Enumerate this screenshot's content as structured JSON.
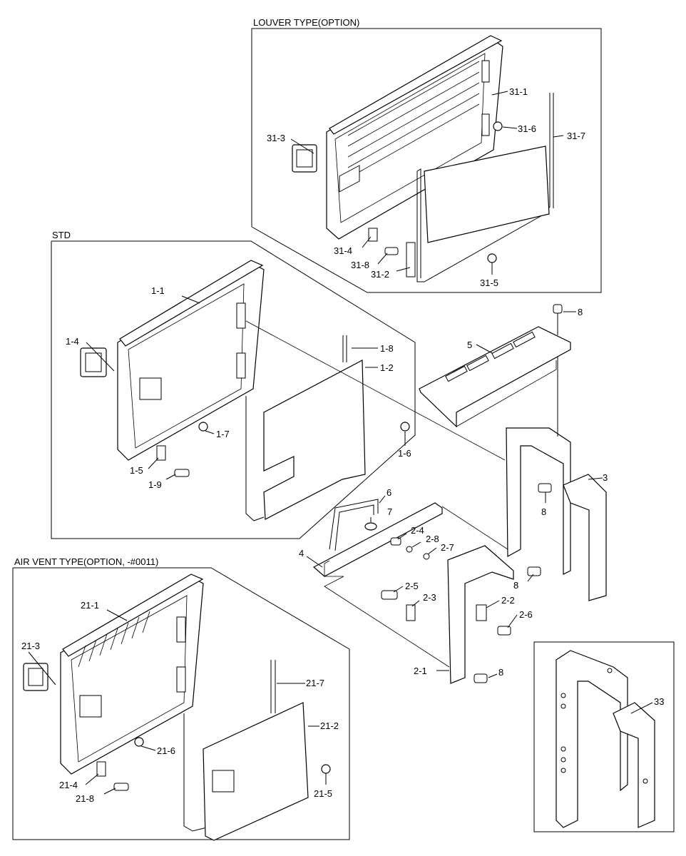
{
  "sections": {
    "louver": "LOUVER TYPE(OPTION)",
    "std": "STD",
    "air_vent": "AIR VENT TYPE(OPTION, -#0011)"
  },
  "labels": {
    "p31_1": "31-1",
    "p31_2": "31-2",
    "p31_3": "31-3",
    "p31_4": "31-4",
    "p31_5": "31-5",
    "p31_6": "31-6",
    "p31_7": "31-7",
    "p31_8": "31-8",
    "p1_1": "1-1",
    "p1_2": "1-2",
    "p1_4": "1-4",
    "p1_5": "1-5",
    "p1_6": "1-6",
    "p1_7": "1-7",
    "p1_8": "1-8",
    "p1_9": "1-9",
    "p2_1": "2-1",
    "p2_2": "2-2",
    "p2_3": "2-3",
    "p2_4": "2-4",
    "p2_5": "2-5",
    "p2_6": "2-6",
    "p2_7": "2-7",
    "p2_8": "2-8",
    "p3": "3",
    "p4": "4",
    "p5": "5",
    "p6": "6",
    "p7": "7",
    "p8a": "8",
    "p8b": "8",
    "p8c": "8",
    "p8d": "8",
    "p21_1": "21-1",
    "p21_2": "21-2",
    "p21_3": "21-3",
    "p21_4": "21-4",
    "p21_5": "21-5",
    "p21_6": "21-6",
    "p21_7": "21-7",
    "p21_8": "21-8",
    "p33": "33"
  }
}
